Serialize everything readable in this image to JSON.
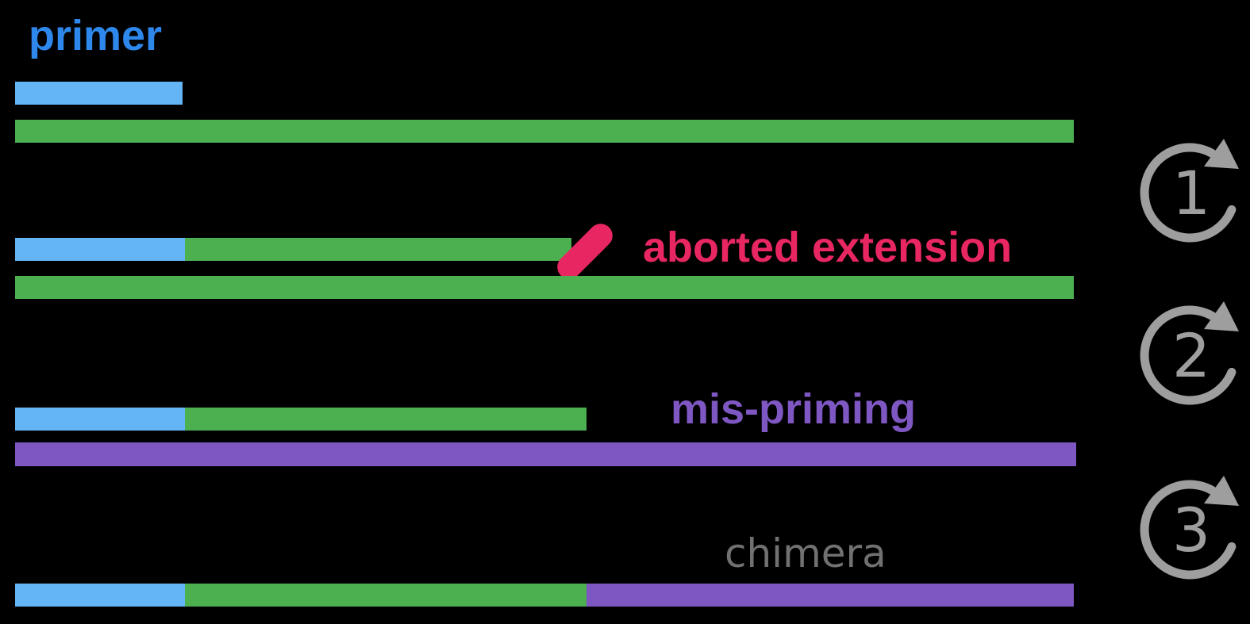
{
  "labels": {
    "primer": "primer",
    "aborted_extension": "aborted extension",
    "mis_priming": "mis-priming",
    "chimera": "chimera"
  },
  "cycles": [
    {
      "label": "1"
    },
    {
      "label": "2"
    },
    {
      "label": "3"
    }
  ],
  "strands": [
    {
      "name": "primer",
      "segments": [
        "primer"
      ]
    },
    {
      "name": "template-1",
      "segments": [
        "template"
      ]
    },
    {
      "name": "aborted-extension-strand",
      "segments": [
        "primer",
        "extension",
        "aborted-cap"
      ]
    },
    {
      "name": "template-2",
      "segments": [
        "template"
      ]
    },
    {
      "name": "mis-primed-strand",
      "segments": [
        "primer",
        "extension"
      ]
    },
    {
      "name": "mispriming-template",
      "segments": [
        "mispriming-template"
      ]
    },
    {
      "name": "chimera-strand",
      "segments": [
        "primer",
        "green-extension",
        "purple-extension"
      ]
    }
  ],
  "colors": {
    "background": "#000000",
    "primer_bar_blue": "#64b5f6",
    "primer_label_blue": "#2e87ea",
    "template_green": "#4caf50",
    "mispriming_purple": "#7e57c2",
    "aborted_pink": "#e82762",
    "chimera_gray": "#717171",
    "cycle_icon_gray": "#9e9e9e"
  }
}
